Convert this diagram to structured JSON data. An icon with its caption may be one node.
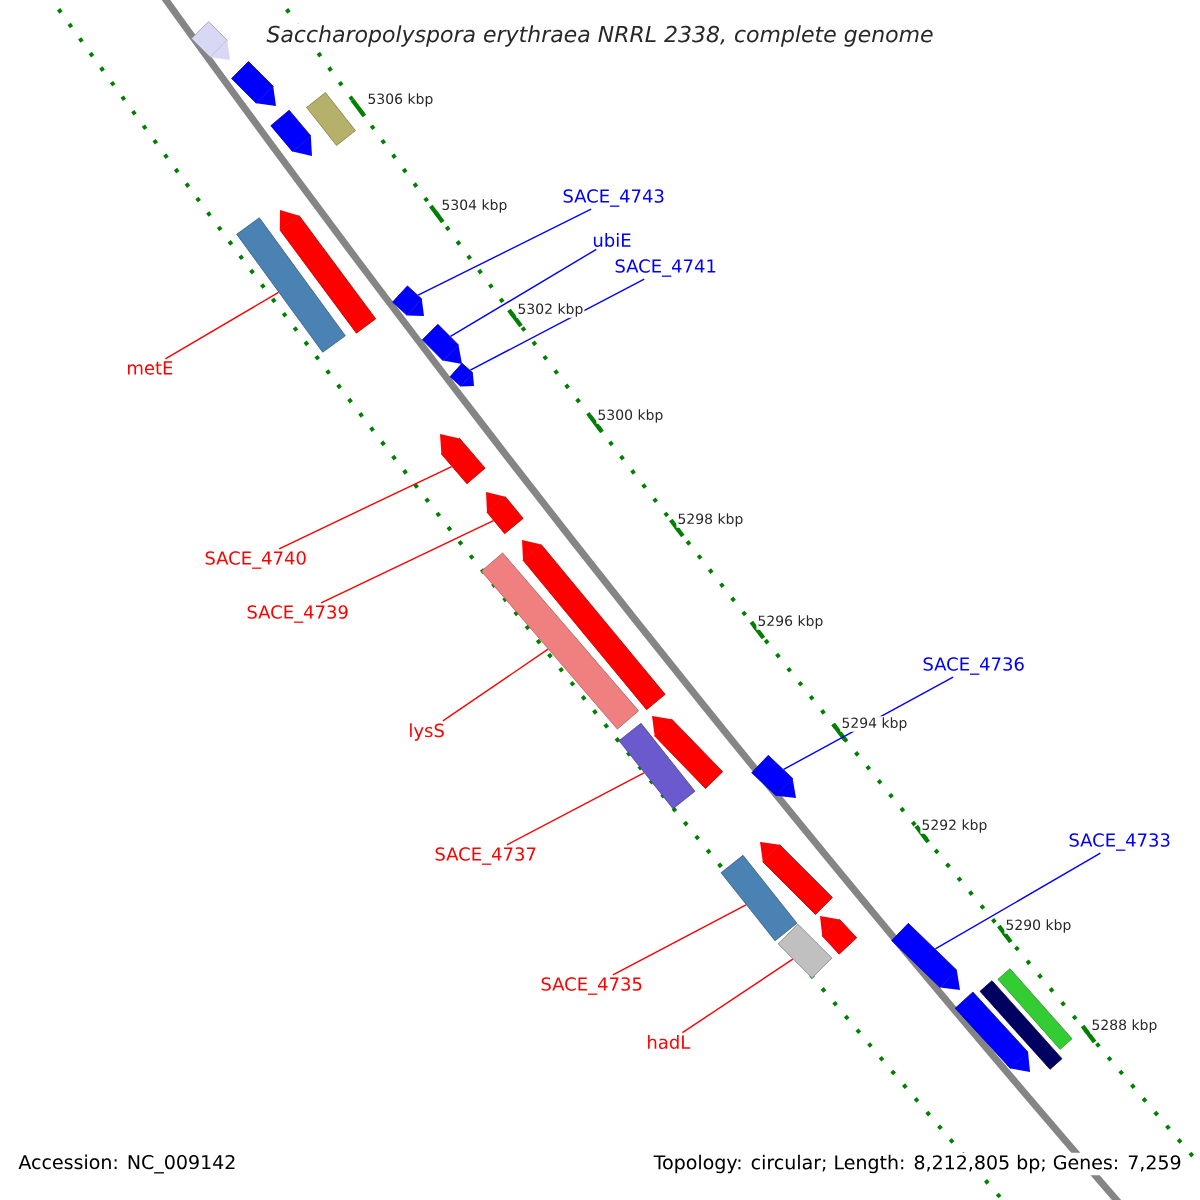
{
  "diagram": {
    "title": "Saccharopolyspora erythraea NRRL 2338, complete genome",
    "nodes": [
      {
        "text": [
          "SACE_4743"
        ]
      },
      {
        "text": [],
        "shape": "bar"
      },
      {
        "text": [
          "ubiE"
        ]
      },
      {
        "text": [],
        "shape": "bar"
      },
      {
        "text": [
          "SACE_4741"
        ]
      },
      {
        "text": [],
        "shape": "bar"
      },
      {
        "text": [
          "metE"
        ]
      },
      {
        "text": [],
        "shape": "bar"
      },
      {
        "text": [
          "SACE_4740"
        ]
      },
      {
        "text": [],
        "shape": "bar"
      },
      {
        "text": [
          "SACE_4739"
        ]
      },
      {
        "text": [],
        "shape": "bar"
      },
      {
        "text": [
          "SACE_4736"
        ]
      },
      {
        "text": [],
        "shape": "bar"
      },
      {
        "text": [
          "lysS"
        ]
      },
      {
        "text": [],
        "shape": "bar"
      },
      {
        "text": [
          "SACE_4733"
        ]
      },
      {
        "text": [],
        "shape": "bar"
      },
      {
        "text": [
          "SACE_4737"
        ]
      },
      {
        "text": [],
        "shape": "bar"
      },
      {
        "text": [
          "SACE_4735"
        ]
      },
      {
        "text": [],
        "shape": "bar"
      },
      {
        "text": [
          "hadL"
        ]
      },
      {
        "text": [],
        "shape": "bar"
      },
      {
        "text": [],
        "shape": "bar"
      },
      {
        "text": [],
        "shape": "bar"
      },
      {
        "text": [],
        "shape": "bar"
      },
      {
        "text": [],
        "shape": "bar"
      },
      {
        "text": [],
        "shape": "bar"
      },
      {
        "text": [],
        "shape": "bar"
      },
      {
        "text": [],
        "shape": "bar"
      },
      {
        "text": [],
        "shape": "bar"
      },
      {
        "text": [],
        "shape": "bar"
      },
      {
        "text": [],
        "shape": "bar"
      },
      {
        "text": [],
        "shape": "bar"
      },
      {
        "text": [],
        "shape": "bar"
      }
    ],
    "edges": [
      {
        "from": 0,
        "to": 1,
        "arrow": "none",
        "color": "#0000ff"
      },
      {
        "from": 2,
        "to": 3,
        "arrow": "none",
        "color": "#0000ff"
      },
      {
        "from": 4,
        "to": 5,
        "arrow": "none",
        "color": "#0000ff"
      },
      {
        "from": 6,
        "to": 7,
        "arrow": "none"
      },
      {
        "from": 8,
        "to": 9,
        "arrow": "none"
      },
      {
        "from": 10,
        "to": 11,
        "arrow": "none"
      },
      {
        "from": 12,
        "to": 13,
        "arrow": "none",
        "color": "#0000ff"
      },
      {
        "from": 14,
        "to": 15,
        "arrow": "none"
      },
      {
        "from": 16,
        "to": 17,
        "arrow": "none",
        "color": "#0000ff"
      },
      {
        "from": 18,
        "to": 19,
        "arrow": "none"
      },
      {
        "from": 20,
        "to": 21,
        "arrow": "none"
      },
      {
        "from": 22,
        "to": 23,
        "arrow": "none"
      }
    ],
    "labels": [
      "5306 kbp",
      "5304 kbp",
      "5302 kbp",
      "5300 kbp",
      "5298 kbp",
      "5296 kbp",
      "5294 kbp",
      "5292 kbp",
      "5290 kbp",
      "5288 kbp",
      "Accession: NC_009142",
      "Topology: circular; Length: 8,212,805 bp; Genes: 7,259"
    ]
  }
}
